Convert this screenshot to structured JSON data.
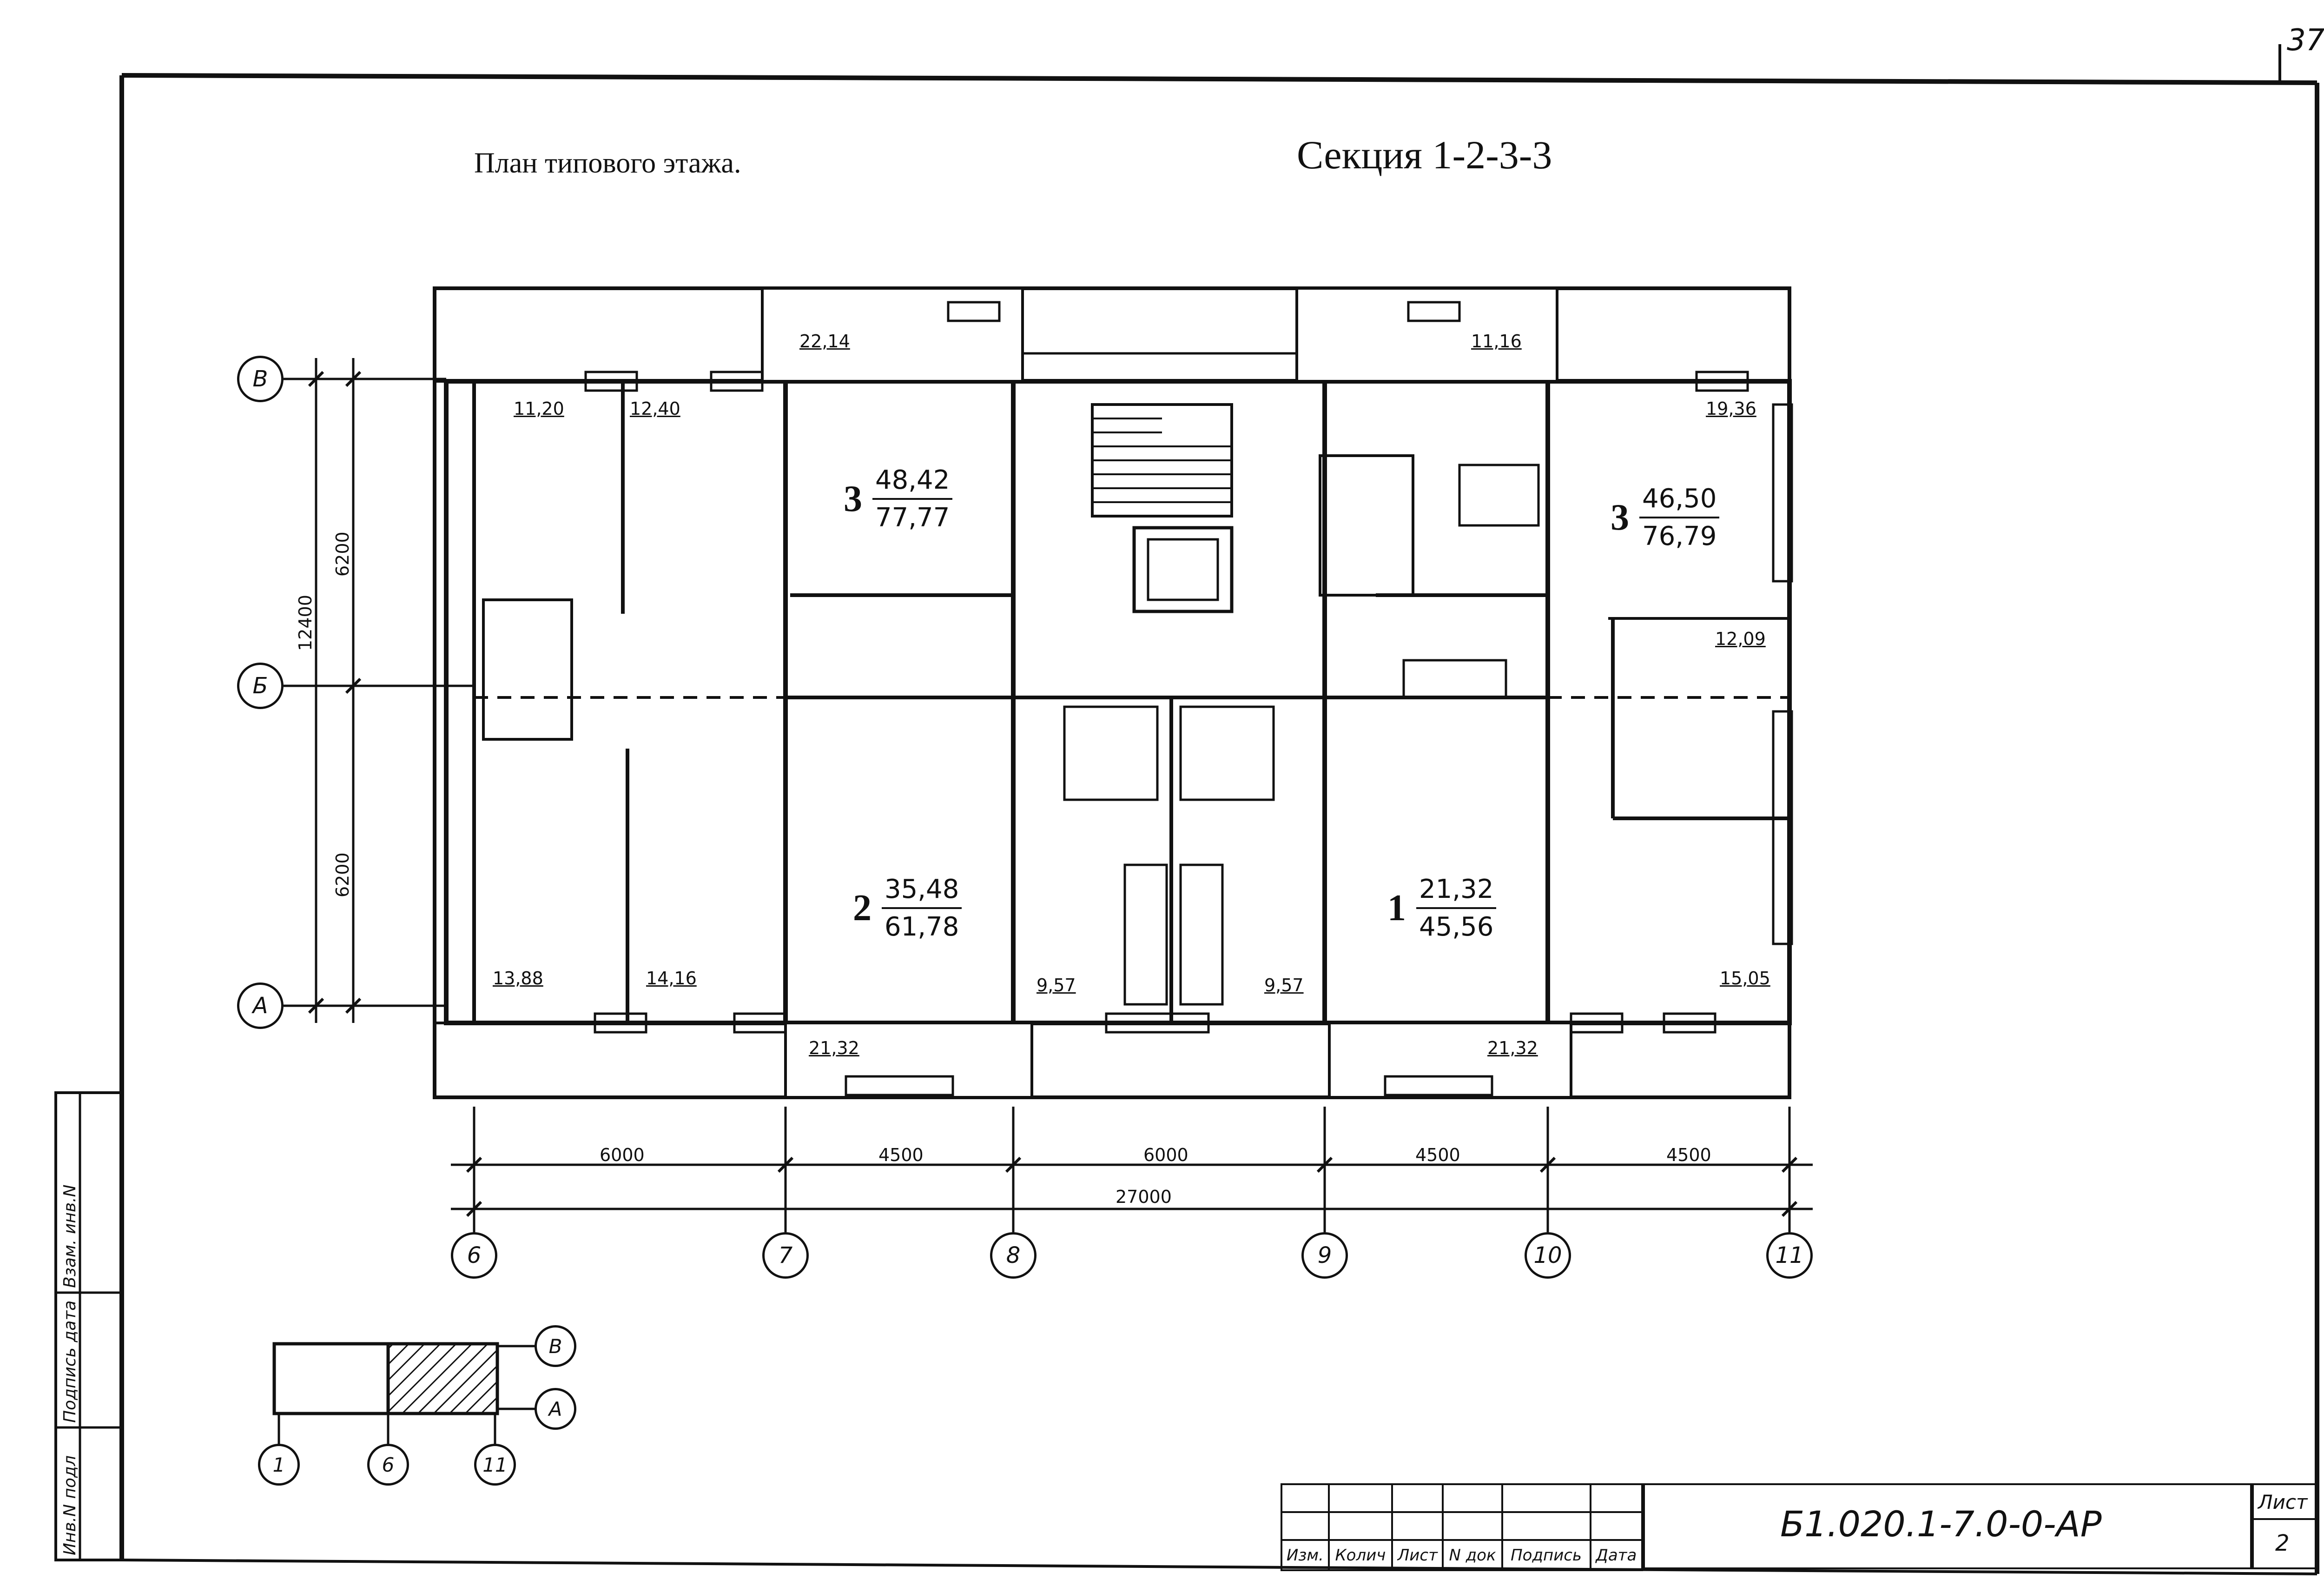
{
  "sheet": {
    "corner_number": "37",
    "title_left": "План типового этажа.",
    "title_right": "Секция 1-2-3-3"
  },
  "axes": {
    "rows": [
      "В",
      "Б",
      "А"
    ],
    "columns": [
      "6",
      "7",
      "8",
      "9",
      "10",
      "11"
    ],
    "vertical_dims": [
      "6200",
      "6200"
    ],
    "vertical_total": "12400",
    "horizontal_dims": [
      "6000",
      "4500",
      "6000",
      "4500",
      "4500"
    ],
    "horizontal_total": "27000"
  },
  "rooms": {
    "r1": "22,14",
    "r2": "11,20",
    "r3": "12,40",
    "r4": "11,16",
    "r5": "19,36",
    "r6": "12,09",
    "r7": "13,88",
    "r8": "14,16",
    "r9": "9,57",
    "r10": "9,57",
    "r11": "15,05",
    "r12": "21,32",
    "r13": "21,32"
  },
  "apartments": [
    {
      "rooms": "3",
      "living": "48,42",
      "total": "77,77"
    },
    {
      "rooms": "3",
      "living": "46,50",
      "total": "76,79"
    },
    {
      "rooms": "2",
      "living": "35,48",
      "total": "61,78"
    },
    {
      "rooms": "1",
      "living": "21,32",
      "total": "45,56"
    }
  ],
  "key_plan": {
    "rows": [
      "В",
      "А"
    ],
    "columns": [
      "1",
      "6",
      "11"
    ]
  },
  "side_stamp": {
    "inv_label": "Инв.N подл",
    "sign_label": "Подпись дата",
    "replace_label": "Взам. инв.N"
  },
  "title_block": {
    "headers": [
      "Изм.",
      "Колич",
      "Лист",
      "N док",
      "Подпись",
      "Дата"
    ],
    "doc_code": "Б1.020.1-7.0-0-АР",
    "sheet_label": "Лист",
    "sheet_number": "2"
  }
}
